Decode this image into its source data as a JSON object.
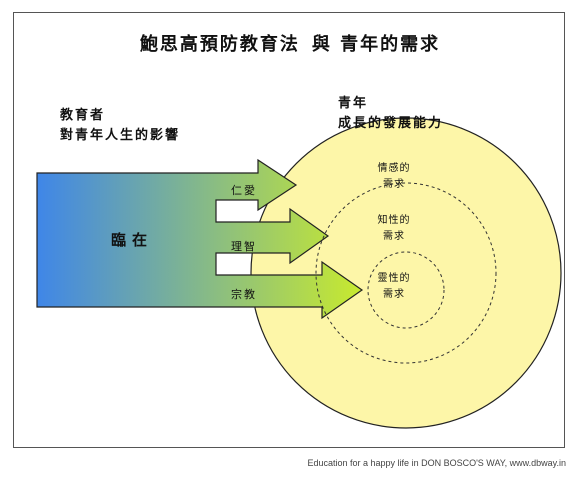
{
  "title": {
    "left": "鮑思高預防教育法",
    "right": "與 青年的需求"
  },
  "educator": {
    "line1": "教育者",
    "line2": "對青年人生的影響"
  },
  "youth": {
    "line1": "青年",
    "line2": "成長的發展能力"
  },
  "presence": "臨在",
  "arrows": {
    "love": "仁愛",
    "reason": "理智",
    "religion": "宗教"
  },
  "needs": {
    "emotional": {
      "line1": "情感的",
      "line2": "需求"
    },
    "intellectual": {
      "line1": "知性的",
      "line2": "需求"
    },
    "spiritual": {
      "line1": "靈性的",
      "line2": "需求"
    }
  },
  "footer": "Education for a happy life in DON BOSCO'S WAY, www.dbway.in",
  "colors": {
    "circle_fill": "#fdf6a8",
    "arrow_fill": "#c8ea2e",
    "gradient_start": "#3f86e8",
    "gradient_end": "#c8ea2e"
  }
}
